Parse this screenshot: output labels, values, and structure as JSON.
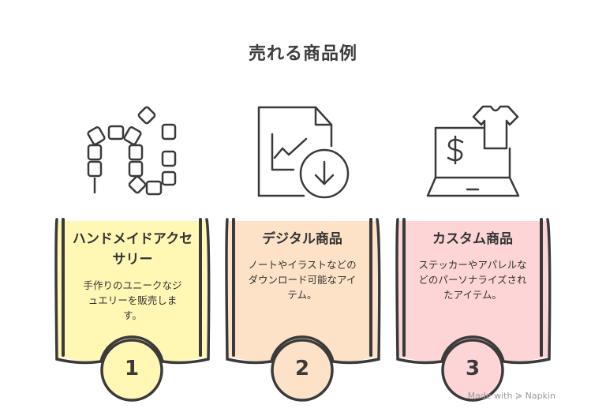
{
  "title": "売れる商品例",
  "cards": [
    {
      "title": "ハンドメイドアクセサリー",
      "description": "手作りのユニークなジュエリーを販売します。",
      "number": "1",
      "color": "#fff7b3",
      "icon": "beaded-jewelry-icon"
    },
    {
      "title": "デジタル商品",
      "description": "ノートやイラストなどのダウンロード可能なアイテム。",
      "number": "2",
      "color": "#fde2c8",
      "icon": "download-document-icon"
    },
    {
      "title": "カスタム商品",
      "description": "ステッカーやアパレルなどのパーソナライズされたアイテム。",
      "number": "3",
      "color": "#fdd5d6",
      "icon": "laptop-shirt-icon"
    }
  ],
  "watermark": "Made with ≽ Napkin"
}
